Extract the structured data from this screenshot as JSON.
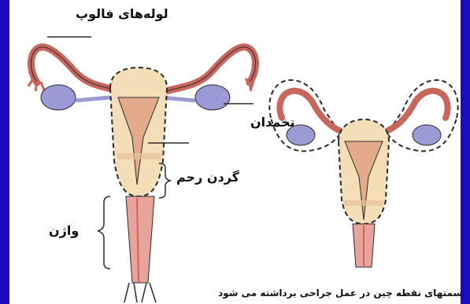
{
  "labels": {
    "fallopian_tubes": "لوله‌های فالوپ",
    "ovary": "تخمدان",
    "cervix": "گردن رحم",
    "vagina": "واژن",
    "caption": "قسمتهای نقطه چین در عمل جراحی برداشته می شود"
  },
  "colors": {
    "background_border": "#1b0dbd",
    "uterus_fill": "#f4deb8",
    "tube_red": "#c8665e",
    "ovary_fill": "#9a9ad6",
    "outline": "#2b2b2b"
  }
}
